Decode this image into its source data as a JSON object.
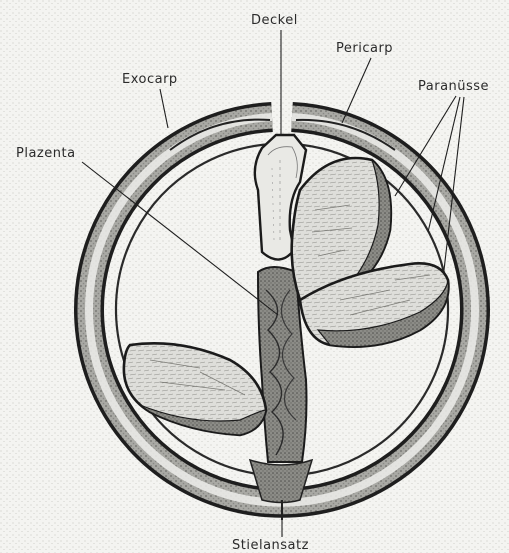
{
  "labels": {
    "deckel": "Deckel",
    "pericarp": "Pericarp",
    "exocarp": "Exocarp",
    "paranuesse": "Paranüsse",
    "plazenta": "Plazenta",
    "stielansatz": "Stielansatz"
  }
}
